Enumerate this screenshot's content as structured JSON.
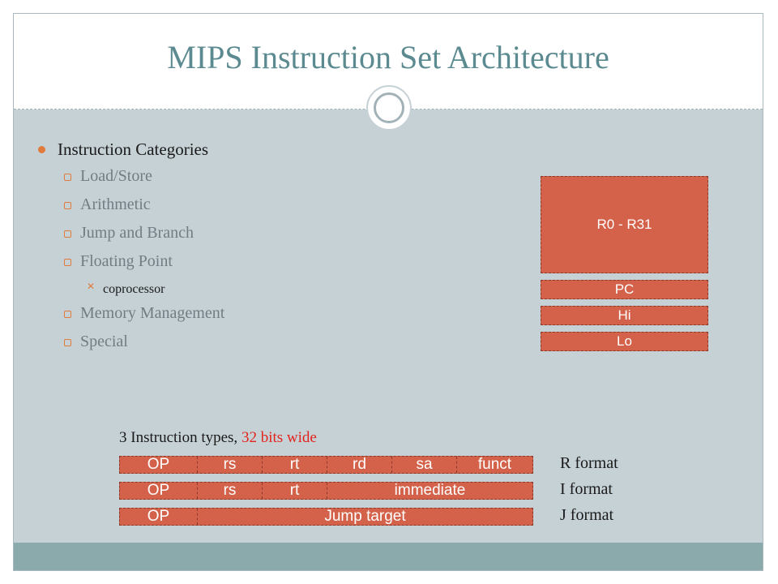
{
  "slide": {
    "title": "MIPS Instruction Set Architecture"
  },
  "bullets": {
    "heading": "Instruction Categories",
    "items": [
      {
        "label": "Load/Store",
        "level": 2
      },
      {
        "label": "Arithmetic",
        "level": 2
      },
      {
        "label": "Jump and Branch",
        "level": 2
      },
      {
        "label": "Floating Point",
        "level": 2
      },
      {
        "label": "coprocessor",
        "level": 3
      },
      {
        "label": "Memory Management",
        "level": 2
      },
      {
        "label": "Special",
        "level": 2
      }
    ]
  },
  "registers": {
    "general": "R0 - R31",
    "pc": "PC",
    "hi": "Hi",
    "lo": "Lo"
  },
  "formats": {
    "caption_prefix": "3 Instruction types,",
    "caption_highlight": "32 bits wide",
    "r": {
      "fields": [
        "OP",
        "rs",
        "rt",
        "rd",
        "sa",
        "funct"
      ],
      "label": "R format"
    },
    "i": {
      "fields": [
        "OP",
        "rs",
        "rt",
        "immediate"
      ],
      "label": "I format"
    },
    "j": {
      "fields": [
        "OP",
        "Jump target"
      ],
      "label": "J format"
    }
  },
  "colors": {
    "title": "#5b8a90",
    "register_fill": "#d4624a",
    "highlight_red": "#e3231c",
    "bullet_accent": "#e07b3c"
  }
}
